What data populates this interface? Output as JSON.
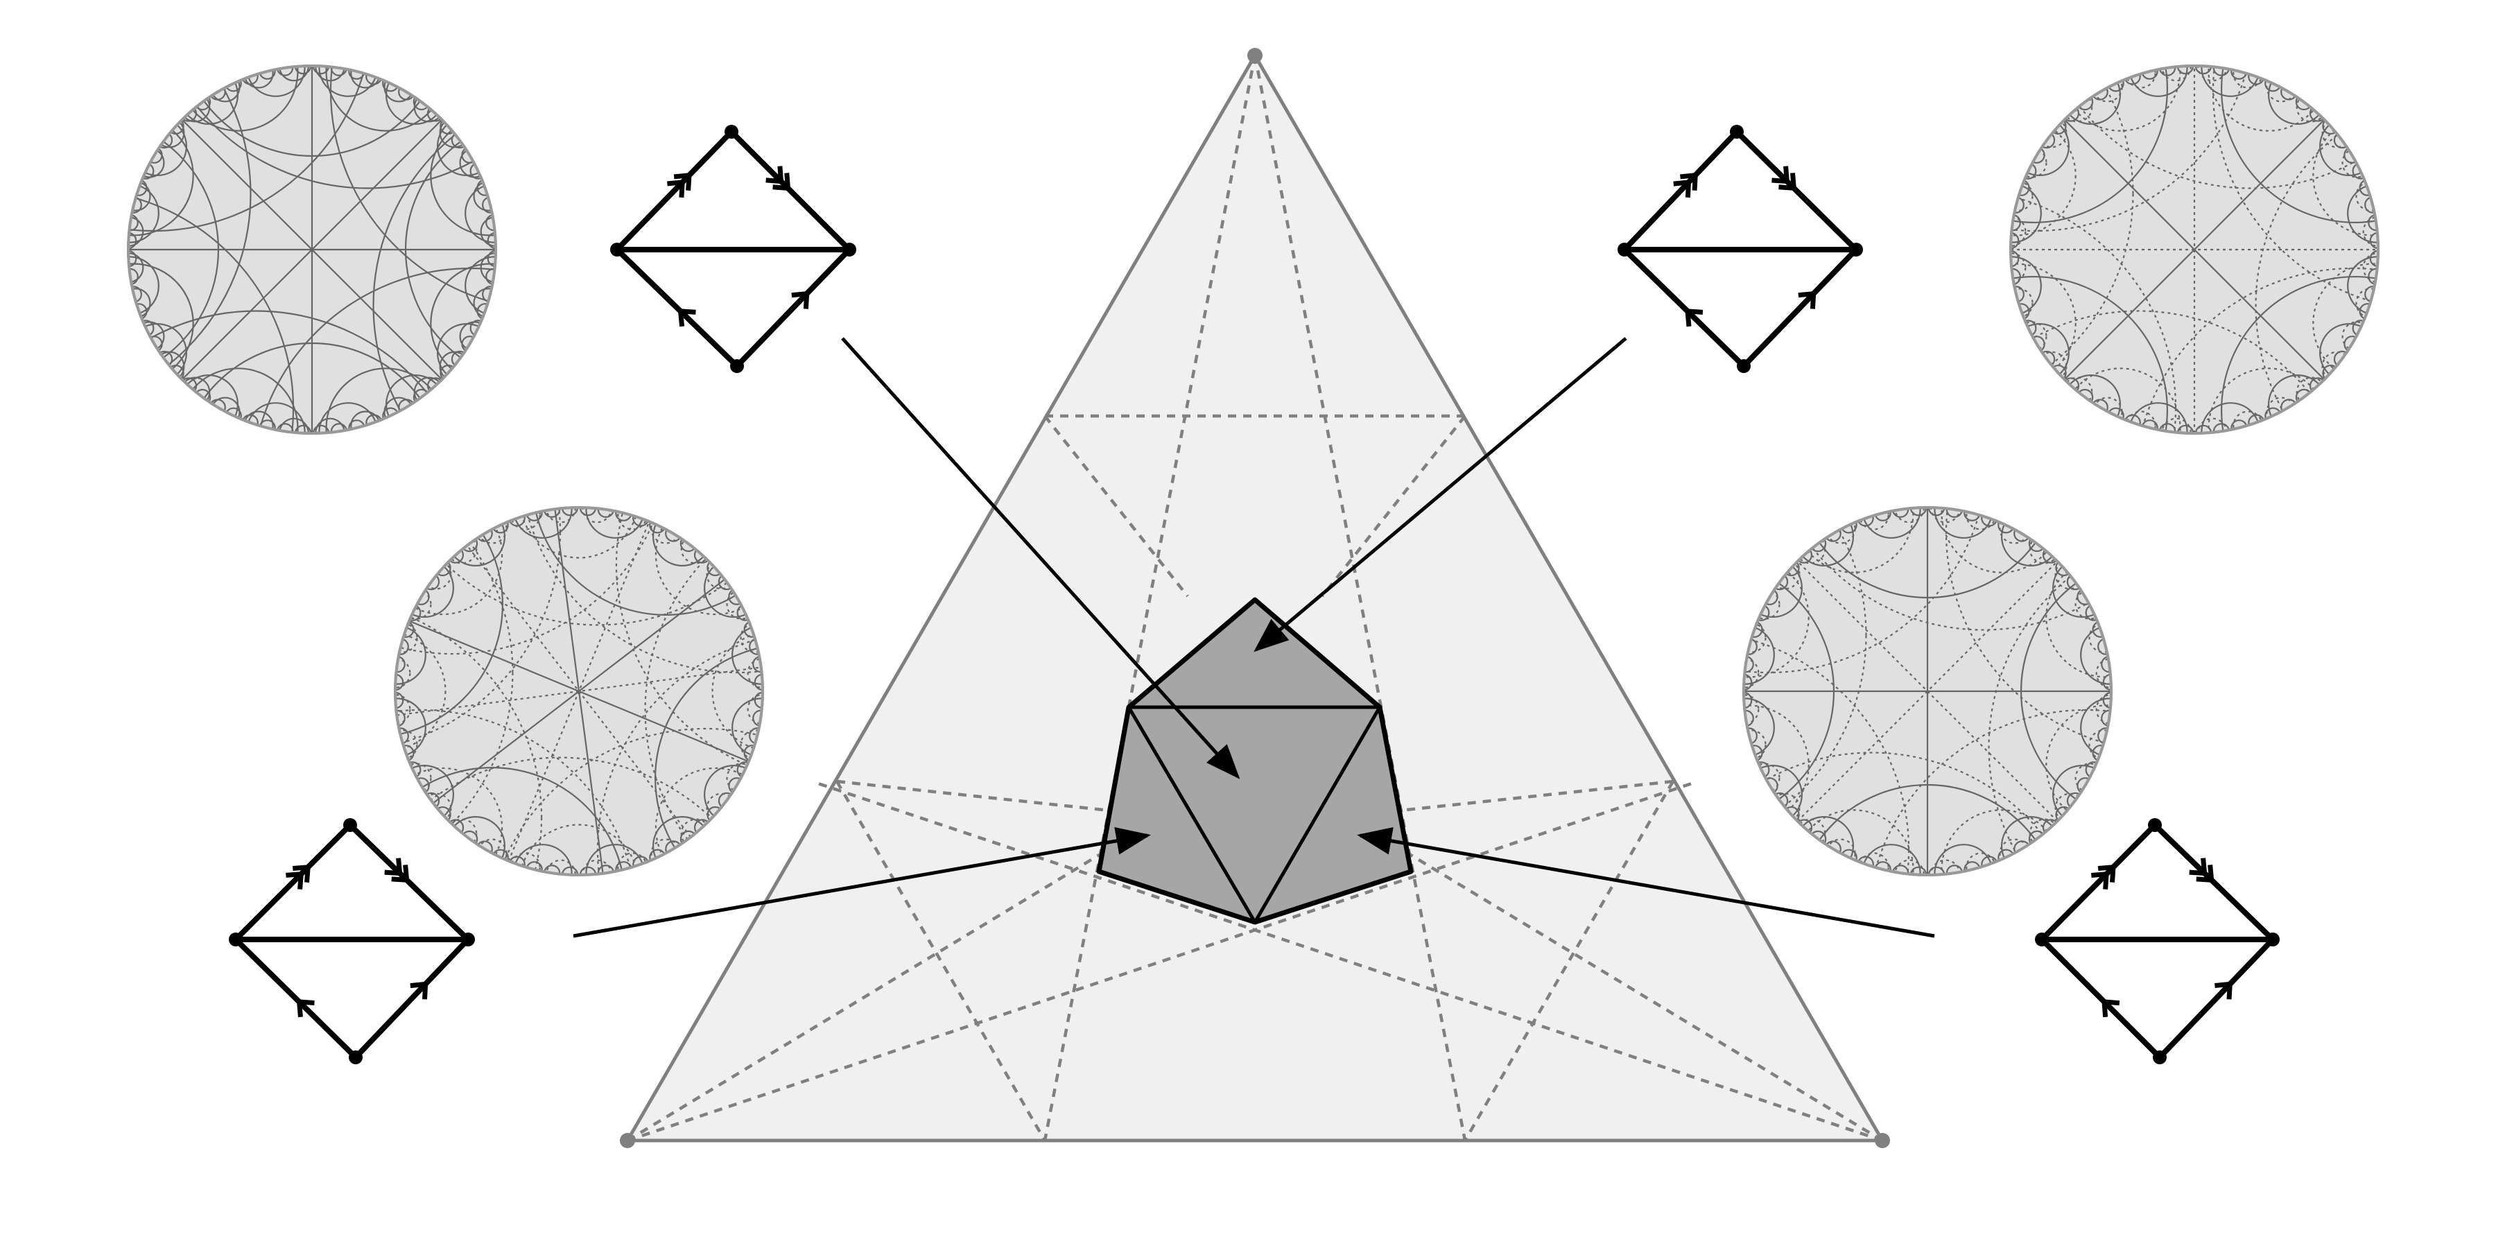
{
  "colors": {
    "background": "#ffffff",
    "triangle_fill": "#f0f0f0",
    "triangle_stroke": "#808080",
    "dashed_line": "#808080",
    "hexagon_fill": "#a6a6a6",
    "line_black": "#000000",
    "disk_fill": "#e0e0e0",
    "disk_stroke": "#999999",
    "tiling_line": "#666666"
  },
  "diagram": {
    "triangle": {
      "vertex_markers": [
        "top-vertex-dot",
        "bottom-left-vertex-dot",
        "bottom-right-vertex-dot"
      ]
    },
    "central_polygon": {
      "shape": "hexagon",
      "subdivision": "triangles"
    },
    "quadrilaterals": [
      {
        "id": "upper-left",
        "edge_arrows": [
          "double-up",
          "double-down",
          "single-up",
          "single-up"
        ]
      },
      {
        "id": "upper-right",
        "edge_arrows": [
          "double-up",
          "double-down",
          "single-up",
          "single-up"
        ]
      },
      {
        "id": "lower-left",
        "edge_arrows": [
          "double-up",
          "double-down",
          "single-up",
          "single-up"
        ]
      },
      {
        "id": "lower-right",
        "edge_arrows": [
          "double-up",
          "double-down",
          "single-up",
          "single-up"
        ]
      }
    ],
    "disks": [
      {
        "id": "upper-left",
        "style": "solid-tiling"
      },
      {
        "id": "upper-right",
        "style": "dotted-tiling"
      },
      {
        "id": "middle-left",
        "style": "dotted-star-tiling"
      },
      {
        "id": "middle-right",
        "style": "dotted-tiling"
      }
    ],
    "arrows": [
      "upper-left-to-center",
      "upper-right-to-top",
      "lower-left-to-left",
      "lower-right-to-right"
    ]
  }
}
